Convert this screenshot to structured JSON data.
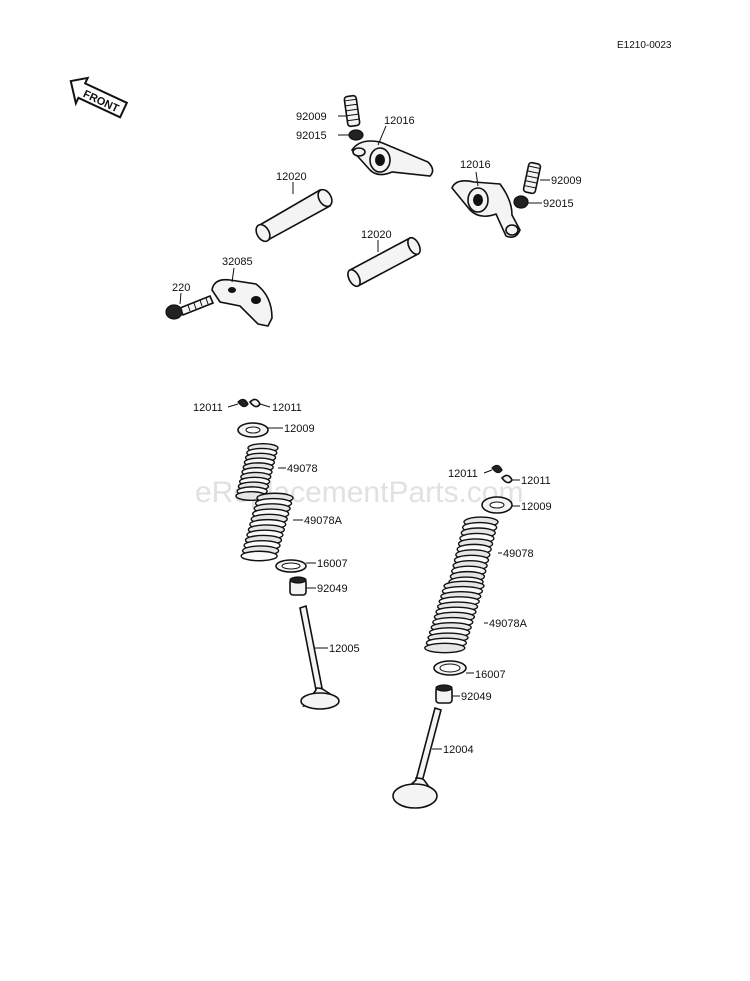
{
  "diagram_code": "E1210-0023",
  "front_label": "FRONT",
  "watermark": "eReplacementParts.com",
  "labels": {
    "p92009_left": "92009",
    "p92015_left": "92015",
    "p12016_left": "12016",
    "p12016_right": "12016",
    "p92009_right": "92009",
    "p92015_right": "92015",
    "p12020_upper": "12020",
    "p12020_lower": "12020",
    "p32085": "32085",
    "p220": "220",
    "l_12011_a": "12011",
    "l_12011_b": "12011",
    "l_12009": "12009",
    "l_49078": "49078",
    "l_49078a": "49078A",
    "l_16007": "16007",
    "l_92049": "92049",
    "l_12005": "12005",
    "r_12011_a": "12011",
    "r_12011_b": "12011",
    "r_12009": "12009",
    "r_49078": "49078",
    "r_49078a": "49078A",
    "r_16007": "16007",
    "r_92049": "92049",
    "r_12004": "12004"
  }
}
